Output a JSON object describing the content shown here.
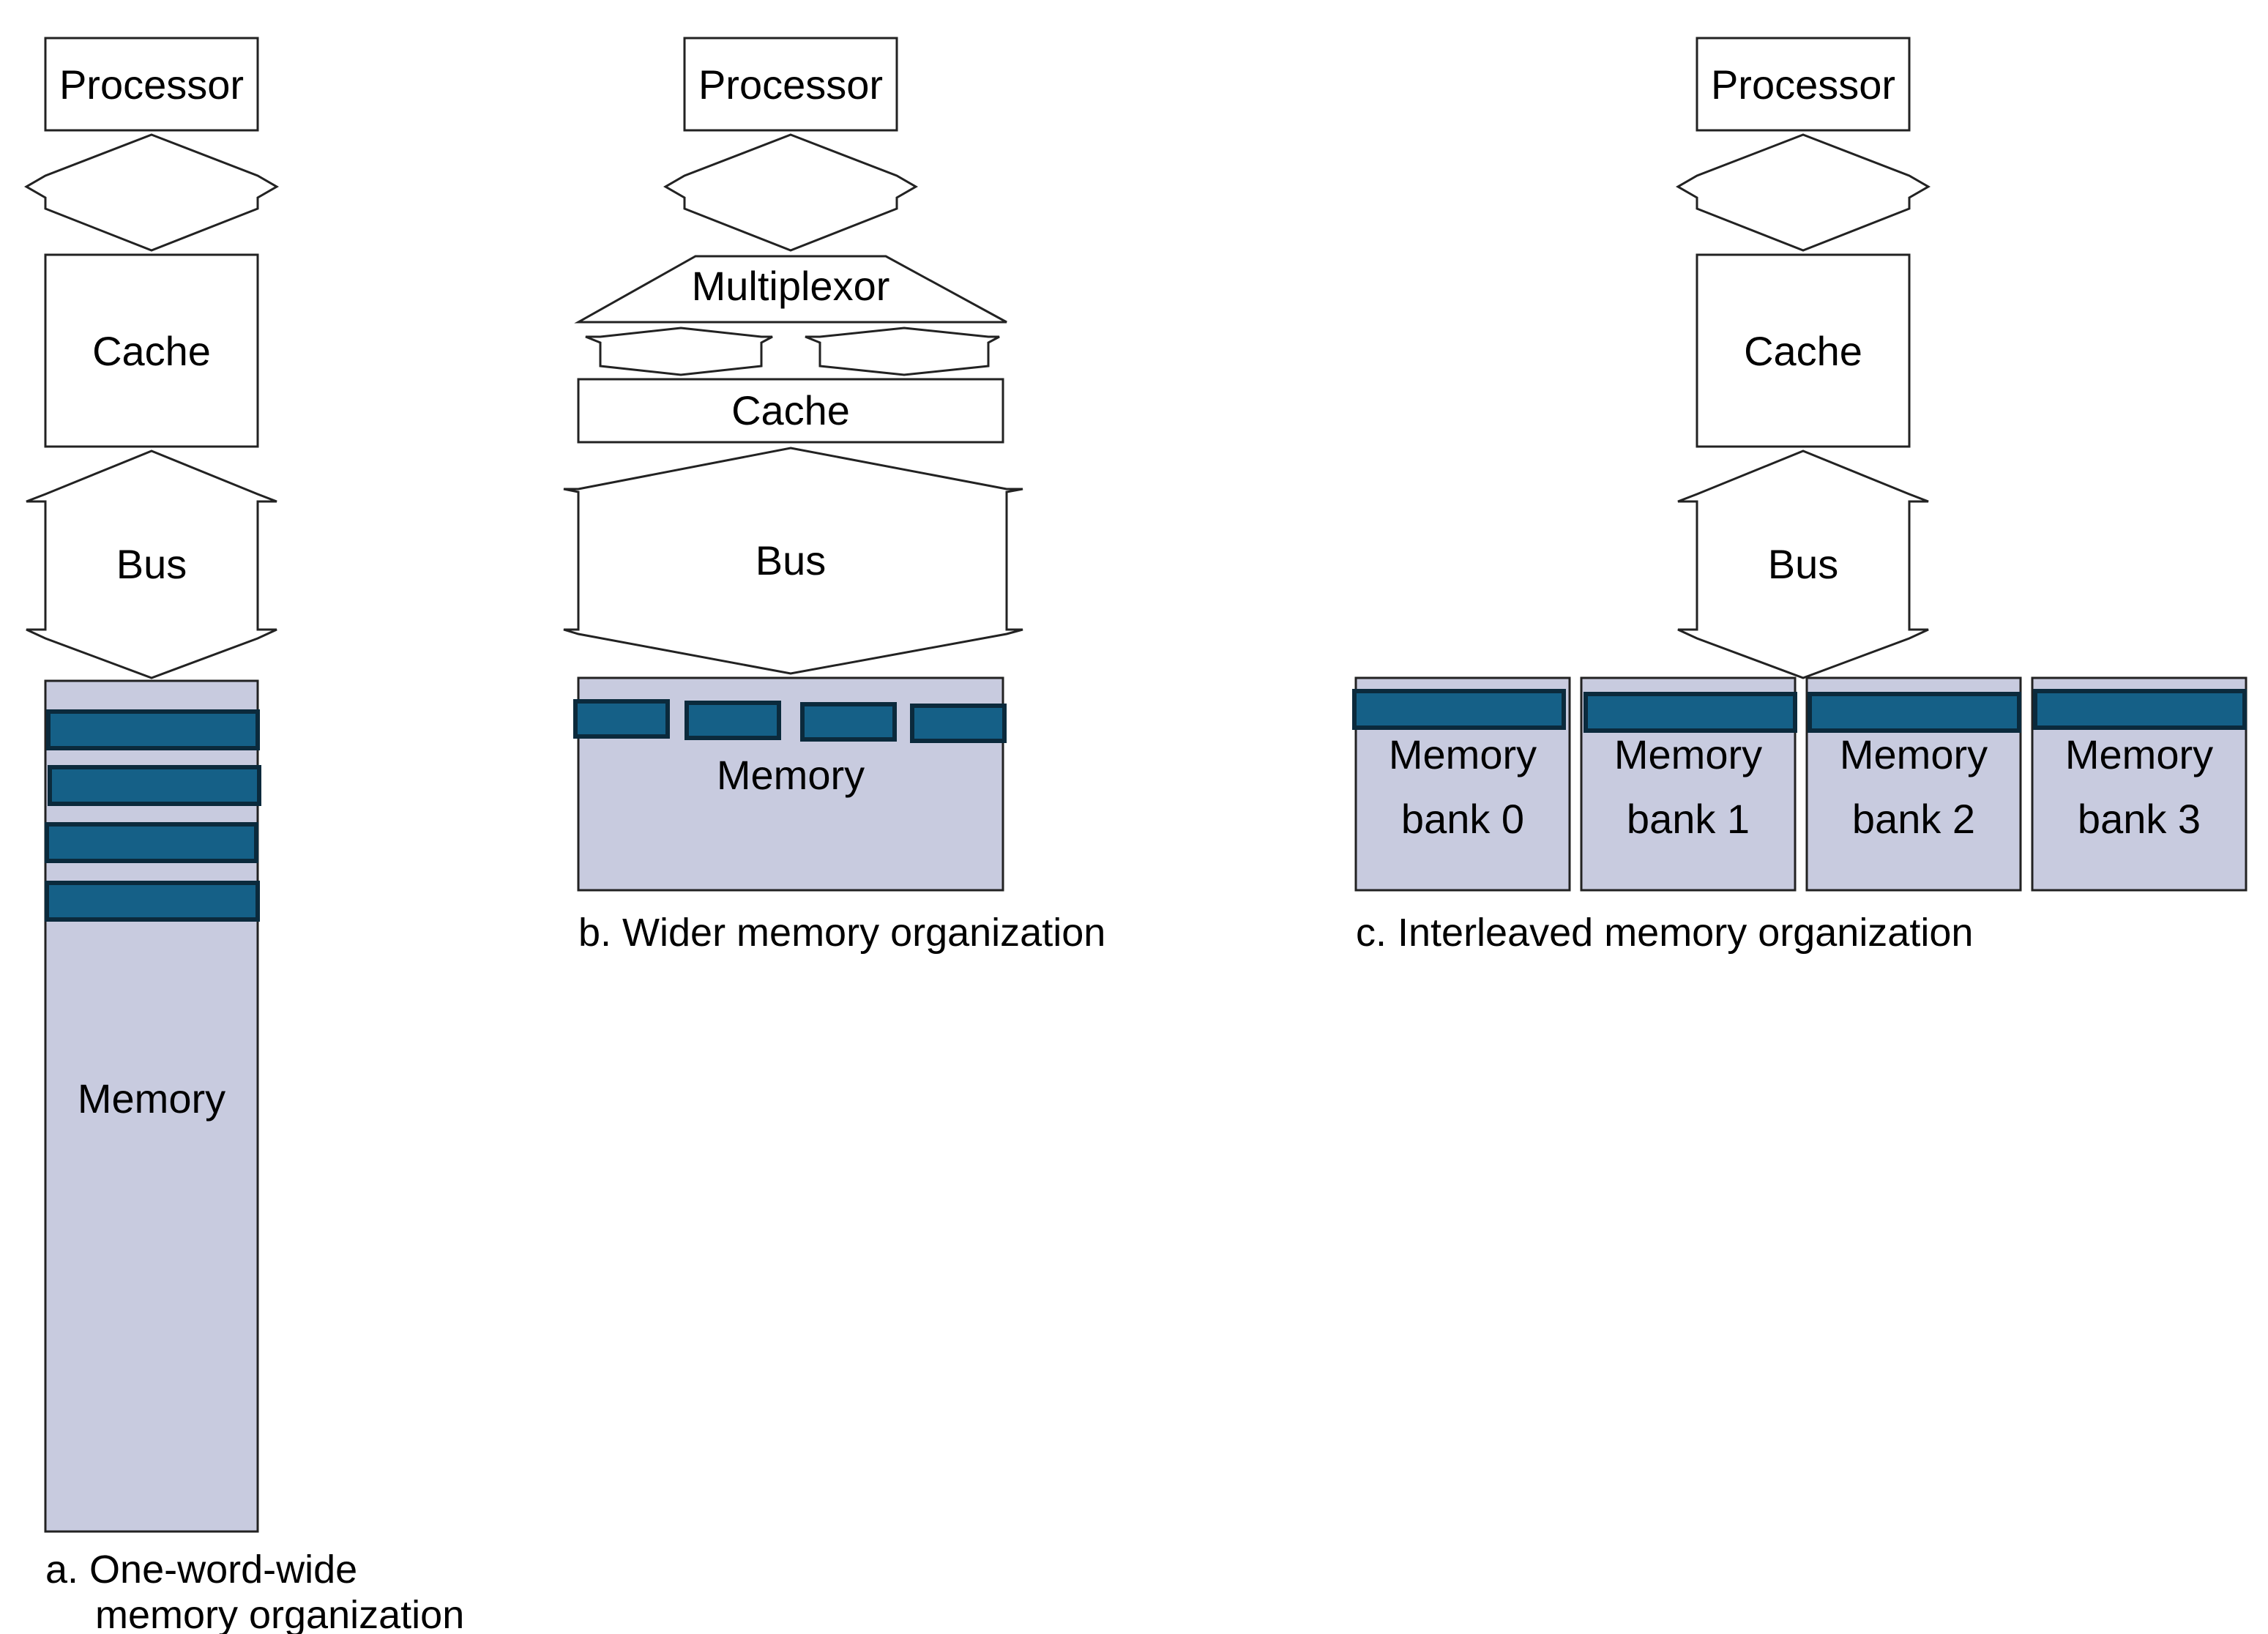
{
  "colors": {
    "memory_fill": "#c8cbdf",
    "word_fill": "#156087",
    "word_stroke": "#0b2a3c",
    "line": "#222222",
    "background": "#ffffff"
  },
  "panel_a": {
    "processor": "Processor",
    "cache": "Cache",
    "bus": "Bus",
    "memory": "Memory",
    "caption_line1": "a. One-word-wide",
    "caption_line2": "memory organization"
  },
  "panel_b": {
    "processor": "Processor",
    "multiplexor": "Multiplexor",
    "cache": "Cache",
    "bus": "Bus",
    "memory": "Memory",
    "caption": "b. Wider memory organization"
  },
  "panel_c": {
    "processor": "Processor",
    "cache": "Cache",
    "bus": "Bus",
    "banks": [
      {
        "line1": "Memory",
        "line2": "bank 0"
      },
      {
        "line1": "Memory",
        "line2": "bank 1"
      },
      {
        "line1": "Memory",
        "line2": "bank 2"
      },
      {
        "line1": "Memory",
        "line2": "bank 3"
      }
    ],
    "caption": "c. Interleaved memory organization"
  }
}
